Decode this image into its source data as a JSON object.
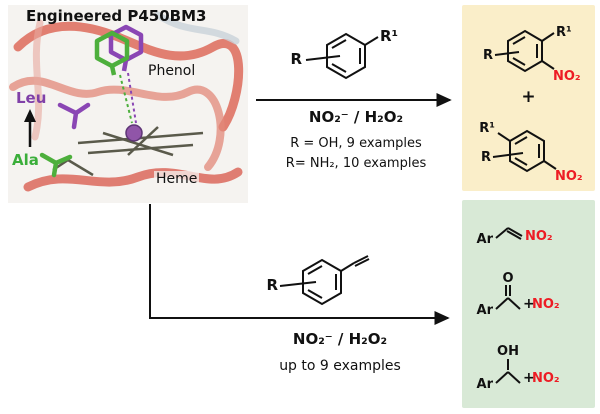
{
  "protein_panel": {
    "title": "Engineered P450BM3",
    "phenol_label": "Phenol",
    "leu_label": "Leu",
    "ala_label": "Ala",
    "heme_label": "Heme"
  },
  "top_reaction": {
    "substrate": {
      "r": "R",
      "r1": "R¹"
    },
    "conditions": "NO₂⁻ / H₂O₂",
    "scope_line1": "R = OH, 9 examples",
    "scope_line2": "R= NH₂, 10 examples"
  },
  "top_products": {
    "product1": {
      "r": "R",
      "r1": "R¹",
      "no2": "NO₂"
    },
    "plus": "+",
    "product2": {
      "r": "R",
      "r1": "R¹",
      "no2": "NO₂"
    }
  },
  "bottom_reaction": {
    "substrate": {
      "r": "R"
    },
    "conditions": "NO₂⁻ / H₂O₂",
    "scope": "up to 9 examples"
  },
  "bottom_products": {
    "nitroalkene": {
      "ar": "Ar",
      "no2": "NO₂"
    },
    "nitroketone": {
      "ar": "Ar",
      "o": "O",
      "plus": "+",
      "no2": "NO₂"
    },
    "nitroalcohol": {
      "ar": "Ar",
      "oh": "OH",
      "plus": "+",
      "no2": "NO₂"
    }
  },
  "colors": {
    "nitro_red": "#ed1c24",
    "leu_purple": "#8040a8",
    "ala_green": "#3aae3a",
    "products_top_bg": "#faeec9",
    "products_bottom_bg": "#d8e9d6"
  }
}
